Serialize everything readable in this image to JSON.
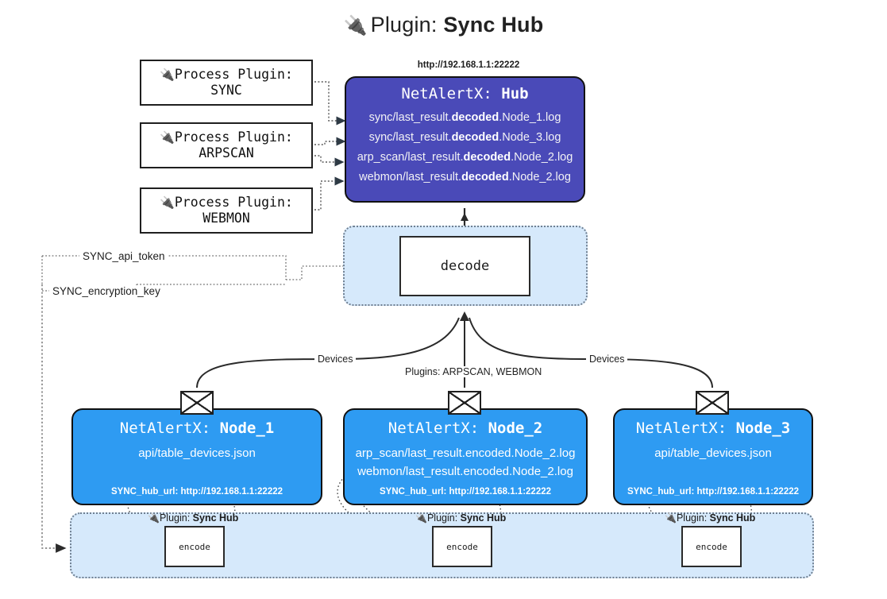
{
  "title": {
    "icon": "plug-icon",
    "prefix": "Plugin:",
    "name": "Sync Hub",
    "glyph": "🔌"
  },
  "colors": {
    "hub_fill": "#4a4ab8",
    "node_fill": "#2e9bf2",
    "band_fill": "#d6e9fb",
    "band_border": "#6f7f91",
    "stroke": "#111111",
    "page_bg": "#ffffff"
  },
  "process_plugins": [
    {
      "icon": "plug-icon",
      "line1": "Process Plugin:",
      "line2": "SYNC"
    },
    {
      "icon": "plug-icon",
      "line1": "Process Plugin:",
      "line2": "ARPSCAN"
    },
    {
      "icon": "plug-icon",
      "line1": "Process Plugin:",
      "line2": "WEBMON"
    }
  ],
  "hub": {
    "url": "http://192.168.1.1:22222",
    "title_prefix": "NetAlertX:",
    "title_name": "Hub",
    "lines": [
      {
        "pre": "sync/last_result.",
        "mid": "decoded",
        "post": ".Node_1.log"
      },
      {
        "pre": "sync/last_result.",
        "mid": "decoded",
        "post": ".Node_3.log"
      },
      {
        "pre": "arp_scan/last_result.",
        "mid": "decoded",
        "post": ".Node_2.log"
      },
      {
        "pre": "webmon/last_result.",
        "mid": "decoded",
        "post": ".Node_2.log"
      }
    ]
  },
  "decode": {
    "box_label": "decode"
  },
  "secrets": [
    {
      "label": "SYNC_api_token"
    },
    {
      "label": "SYNC_encryption_key"
    }
  ],
  "edge_labels": {
    "left_devices": "Devices",
    "center_plugins": "Plugins: ARPSCAN, WEBMON",
    "right_devices": "Devices"
  },
  "nodes": [
    {
      "icon": "envelope-icon",
      "title_prefix": "NetAlertX:",
      "title_name": "Node_1",
      "lines": [
        "api/table_devices.json"
      ],
      "footer": "SYNC_hub_url: http://192.168.1.1:22222"
    },
    {
      "icon": "envelope-icon",
      "title_prefix": "NetAlertX:",
      "title_name": "Node_2",
      "lines": [
        "arp_scan/last_result.encoded.Node_2.log",
        "webmon/last_result.encoded.Node_2.log"
      ],
      "footer": "SYNC_hub_url: http://192.168.1.1:22222"
    },
    {
      "icon": "envelope-icon",
      "title_prefix": "NetAlertX:",
      "title_name": "Node_3",
      "lines": [
        "api/table_devices.json"
      ],
      "footer": "SYNC_hub_url: http://192.168.1.1:22222"
    }
  ],
  "encoders": [
    {
      "caption_prefix": "Plugin:",
      "caption_name": "Sync Hub",
      "box_label": "encode",
      "glyph": "🔌"
    },
    {
      "caption_prefix": "Plugin:",
      "caption_name": "Sync Hub",
      "box_label": "encode",
      "glyph": "🔌"
    },
    {
      "caption_prefix": "Plugin:",
      "caption_name": "Sync Hub",
      "box_label": "encode",
      "glyph": "🔌"
    }
  ]
}
